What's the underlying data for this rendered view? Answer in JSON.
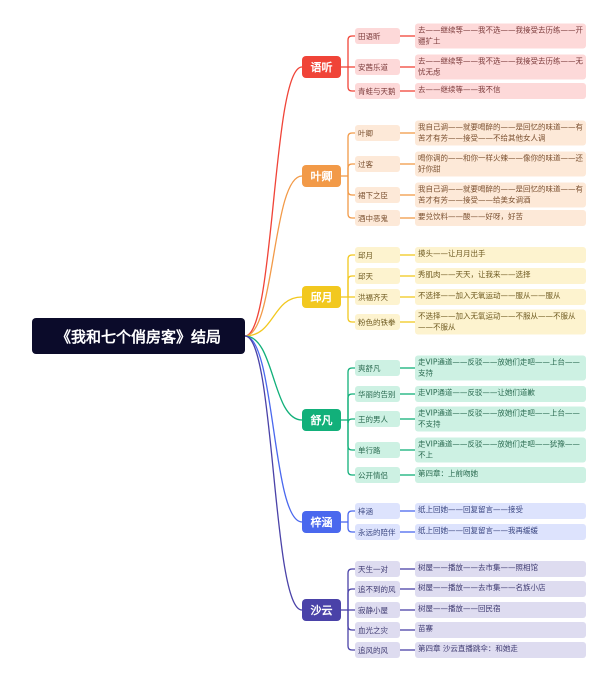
{
  "title": "《我和七个俏房客》结局",
  "branches": [
    {
      "name": "语听",
      "color": "#f04438",
      "bg": "#fdd9d9",
      "text": "#7a3a3a",
      "items": [
        {
          "label": "田语昕",
          "ending": "去——继续等——我不选——我接受去历练——开疆扩土"
        },
        {
          "label": "安茜乐道",
          "ending": "去——继续等——我不选——我接受去历练——无忧无虑"
        },
        {
          "label": "青蛙与天鹅",
          "ending": "去——继续等——我不信"
        }
      ]
    },
    {
      "name": "叶卿",
      "color": "#f29a48",
      "bg": "#fde9d8",
      "text": "#7a5030",
      "items": [
        {
          "label": "叶卿",
          "ending": "我自己调——就要喝醉的——是回忆的味道——有苦才有芳——接受——不给其他女人调"
        },
        {
          "label": "过客",
          "ending": "喝你调的——和你一样火辣——像你的味道——还好你甜"
        },
        {
          "label": "裙下之臣",
          "ending": "我自己调——就要喝醉的——是回忆的味道——有苦才有芳——接受——给美女调酒"
        },
        {
          "label": "酒中恶鬼",
          "ending": "要兑饮料——酸——好呀，好苦"
        }
      ]
    },
    {
      "name": "邱月",
      "color": "#f2c81f",
      "bg": "#fdf3cf",
      "text": "#6e5a20",
      "items": [
        {
          "label": "邱月",
          "ending": "摸头——让月月出手"
        },
        {
          "label": "邱天",
          "ending": "秀肌肉——天天，让我来——选择"
        },
        {
          "label": "洪福齐天",
          "ending": "不选择——加入无氧运动——服从——服从"
        },
        {
          "label": "粉色的铁拳",
          "ending": "不选择——加入无氧运动——不服从——不服从——不服从"
        }
      ]
    },
    {
      "name": "舒凡",
      "color": "#12b07a",
      "bg": "#cdf1e3",
      "text": "#2a6a50",
      "items": [
        {
          "label": "爽舒凡",
          "ending": "走VIP通道——反驳——放她们走吧——上台——支持"
        },
        {
          "label": "华丽的告别",
          "ending": "走VIP通道——反驳——让她们道歉"
        },
        {
          "label": "王的男人",
          "ending": "走VIP通道——反驳——放她们走吧——上台——不支持"
        },
        {
          "label": "单行路",
          "ending": "走VIP通道——反驳——放她们走吧——犹豫——不上"
        },
        {
          "label": "公开情侣",
          "ending": "第四章：上前吻她"
        }
      ]
    },
    {
      "name": "梓涵",
      "color": "#4a68ee",
      "bg": "#dde3fd",
      "text": "#3a4680",
      "items": [
        {
          "label": "梓涵",
          "ending": "纸上回她——回复留言——接受"
        },
        {
          "label": "永远的陪伴",
          "ending": "纸上回她——回复留言——我再缓缓"
        }
      ]
    },
    {
      "name": "沙云",
      "color": "#4a42a8",
      "bg": "#dedcf0",
      "text": "#3e3a70",
      "items": [
        {
          "label": "天生一对",
          "ending": "树屋——播放——去市集——照相馆"
        },
        {
          "label": "追不到的风",
          "ending": "树屋——播放——去市集——名族小店"
        },
        {
          "label": "寂静小屋",
          "ending": "树屋——播放——回民宿"
        },
        {
          "label": "血光之灾",
          "ending": "苗寨"
        },
        {
          "label": "追风的风",
          "ending": "第四章 沙云直播跳伞：和她走"
        }
      ]
    }
  ]
}
